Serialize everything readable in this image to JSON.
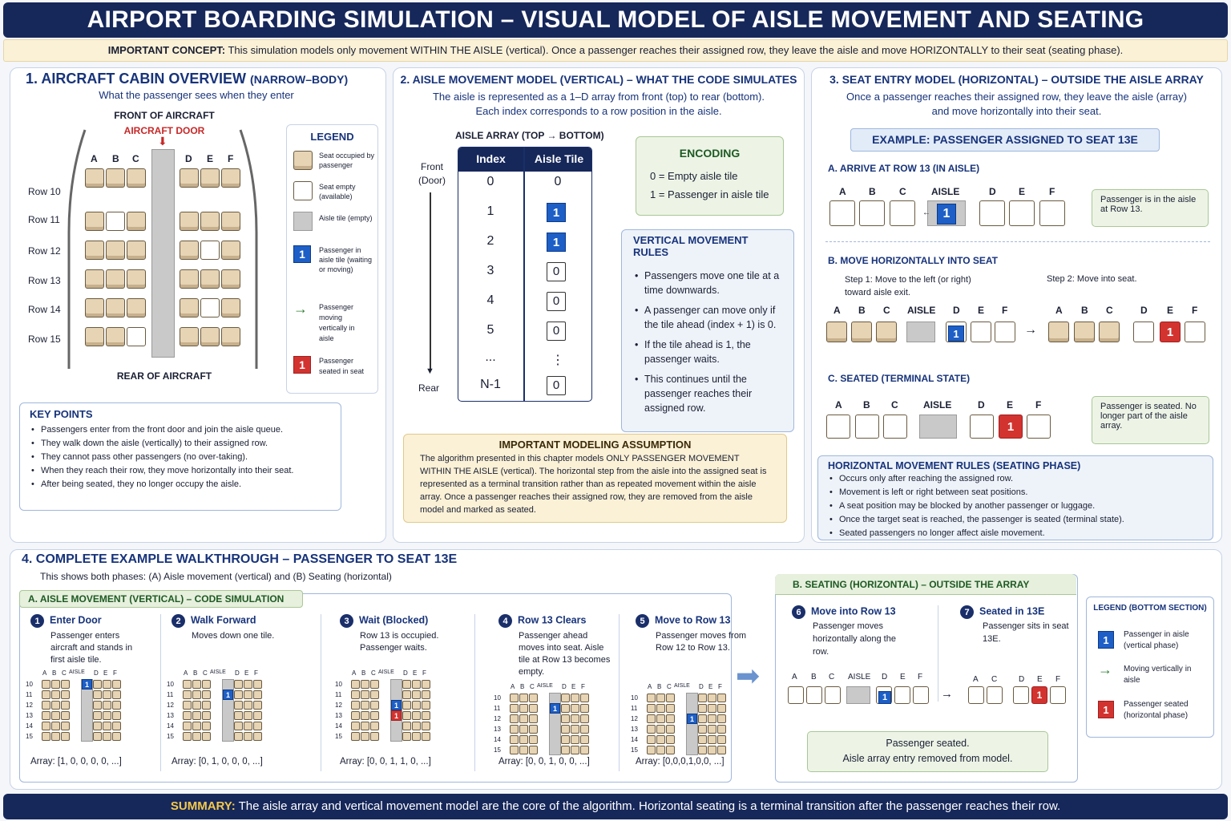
{
  "title": "AIRPORT BOARDING SIMULATION – VISUAL MODEL OF AISLE MOVEMENT AND SEATING",
  "concept": {
    "label": "IMPORTANT CONCEPT:",
    "text": "This simulation models only movement WITHIN THE AISLE (vertical).  Once a passenger reaches their assigned row, they leave the aisle and move HORIZONTALLY to their seat (seating phase)."
  },
  "s1": {
    "title": "1.  AIRCRAFT CABIN OVERVIEW",
    "title_suffix": "(NARROW–BODY)",
    "subtitle": "What the passenger sees when they enter",
    "front": "FRONT OF AIRCRAFT",
    "door": "AIRCRAFT DOOR",
    "rear": "REAR OF AIRCRAFT",
    "cols": [
      "A",
      "B",
      "C",
      "D",
      "E",
      "F"
    ],
    "rows": [
      "Row 10",
      "Row 11",
      "Row 12",
      "Row 13",
      "Row 14",
      "Row 15"
    ],
    "legend": {
      "title": "LEGEND",
      "items": [
        "Seat occupied by passenger",
        "Seat empty (available)",
        "Aisle tile (empty)",
        "Passenger in aisle tile (waiting or moving)",
        "Passenger moving vertically in aisle",
        "Passenger seated in seat"
      ],
      "one": "1"
    },
    "key_points": {
      "title": "KEY POINTS",
      "items": [
        "Passengers enter from the front door and join the aisle queue.",
        "They walk down the aisle (vertically) to their assigned row.",
        "They cannot pass other passengers (no over-taking).",
        "When they reach their row, they move horizontally into their seat.",
        "After being seated, they no longer occupy the aisle."
      ]
    }
  },
  "s2": {
    "title": "2.  AISLE MOVEMENT MODEL (VERTICAL) – WHAT THE CODE SIMULATES",
    "subtitle1": "The aisle is represented as a 1–D array from front (top) to rear (bottom).",
    "subtitle2": "Each index corresponds to a row position in the aisle.",
    "array_title": "AISLE ARRAY (TOP → BOTTOM)",
    "front": "Front",
    "door": "(Door)",
    "rear": "Rear",
    "col_index": "Index",
    "col_tile": "Aisle Tile",
    "rows": [
      {
        "i": "0",
        "v": "0"
      },
      {
        "i": "1",
        "v": "1"
      },
      {
        "i": "2",
        "v": "1"
      },
      {
        "i": "3",
        "v": "0"
      },
      {
        "i": "4",
        "v": "0"
      },
      {
        "i": "5",
        "v": "0"
      },
      {
        "i": "...",
        "v": "⋮"
      },
      {
        "i": "N-1",
        "v": "0"
      }
    ],
    "encoding": {
      "title": "ENCODING",
      "l1": "0 = Empty aisle tile",
      "l2": "1 = Passenger in aisle tile"
    },
    "rules": {
      "title": "VERTICAL MOVEMENT RULES",
      "items": [
        "Passengers move one tile at a time downwards.",
        "A passenger can move only if the tile ahead (index + 1) is 0.",
        "If the tile ahead is 1, the passenger waits.",
        "This continues until the passenger reaches their assigned row."
      ]
    },
    "assumption": {
      "title": "IMPORTANT MODELING ASSUMPTION",
      "text": "The algorithm presented in this chapter models ONLY PASSENGER MOVEMENT WITHIN THE AISLE (vertical). The horizontal step from the aisle into the assigned seat is represented as a terminal transition rather than as repeated movement within the aisle array. Once a passenger reaches their assigned row, they are removed from the aisle model and marked as seated."
    }
  },
  "s3": {
    "title": "3.  SEAT ENTRY MODEL (HORIZONTAL) – OUTSIDE THE AISLE ARRAY",
    "subtitle1": "Once a passenger reaches their assigned row, they leave the aisle (array)",
    "subtitle2": "and move horizontally into their seat.",
    "example": "EXAMPLE:  PASSENGER ASSIGNED TO SEAT 13E",
    "a_title": "A.  ARRIVE AT ROW 13 (IN AISLE)",
    "aisle_label": "AISLE",
    "cols": [
      "A",
      "B",
      "C",
      "D",
      "E",
      "F"
    ],
    "a_note": "Passenger is in the aisle at Row 13.",
    "b_title": "B.  MOVE HORIZONTALLY INTO SEAT",
    "step1": "Step 1:  Move to the left (or right) toward aisle exit.",
    "step2": "Step 2:  Move into seat.",
    "c_title": "C.  SEATED (TERMINAL STATE)",
    "c_note": "Passenger is seated. No longer part of the aisle array.",
    "h_rules": {
      "title": "HORIZONTAL MOVEMENT RULES (SEATING PHASE)",
      "items": [
        "Occurs only after reaching the assigned row.",
        "Movement is left or right between seat positions.",
        "A seat position may be blocked by another passenger or luggage.",
        "Once the target seat is reached, the passenger is seated (terminal state).",
        "Seated passengers no longer affect aisle movement."
      ]
    }
  },
  "s4": {
    "title": "4.  COMPLETE EXAMPLE WALKTHROUGH – PASSENGER TO SEAT 13E",
    "subtitle": "This shows both phases: (A) Aisle movement (vertical) and (B) Seating (horizontal)",
    "a_title": "A. AISLE MOVEMENT (VERTICAL) – CODE SIMULATION",
    "steps": [
      {
        "n": "1",
        "title": "Enter Door",
        "desc": "Passenger enters aircraft and stands in first aisle tile.",
        "array": "Array:  [1, 0, 0, 0, 0, ...]"
      },
      {
        "n": "2",
        "title": "Walk Forward",
        "desc": "Moves down one tile.",
        "array": "Array:  [0, 1, 0, 0, 0, ...]"
      },
      {
        "n": "3",
        "title": "Wait (Blocked)",
        "desc": "Row 13 is occupied. Passenger waits.",
        "array": "Array:  [0, 0, 1, 1, 0, ...]"
      },
      {
        "n": "4",
        "title": "Row 13 Clears",
        "desc": "Passenger ahead moves into seat. Aisle tile at Row 13 becomes empty.",
        "array": "Array:  [0, 0, 1, 0, 0, ...]"
      },
      {
        "n": "5",
        "title": "Move to Row 13",
        "desc": "Passenger moves from Row 12 to Row 13.",
        "array": "Array:  [0,0,0,1,0,0, ...]"
      }
    ],
    "mini_cols": [
      "A",
      "B",
      "C",
      "AISLE",
      "D",
      "E",
      "F"
    ],
    "mini_rows": [
      "10",
      "11",
      "12",
      "13",
      "14",
      "15"
    ],
    "b_title": "B. SEATING (HORIZONTAL) – OUTSIDE THE ARRAY",
    "step6": {
      "n": "6",
      "title": "Move into Row 13",
      "desc": "Passenger moves horizontally along the row."
    },
    "step7": {
      "n": "7",
      "title": "Seated in 13E",
      "desc": "Passenger sits in seat 13E."
    },
    "b_cols_left": [
      "A",
      "B",
      "C",
      "AISLE",
      "D",
      "E",
      "F"
    ],
    "b_cols_right": [
      "A",
      "C",
      "D",
      "E",
      "F"
    ],
    "b_note1": "Passenger seated.",
    "b_note2": "Aisle array entry removed from model.",
    "legend": {
      "title": "LEGEND (BOTTOM SECTION)",
      "items": [
        "Passenger in aisle (vertical phase)",
        "Moving vertically in aisle",
        "Passenger seated (horizontal phase)"
      ]
    }
  },
  "summary": {
    "label": "SUMMARY:",
    "text": "The aisle array and vertical movement model are the core of the algorithm. Horizontal seating is a terminal transition after the passenger reaches their row."
  }
}
